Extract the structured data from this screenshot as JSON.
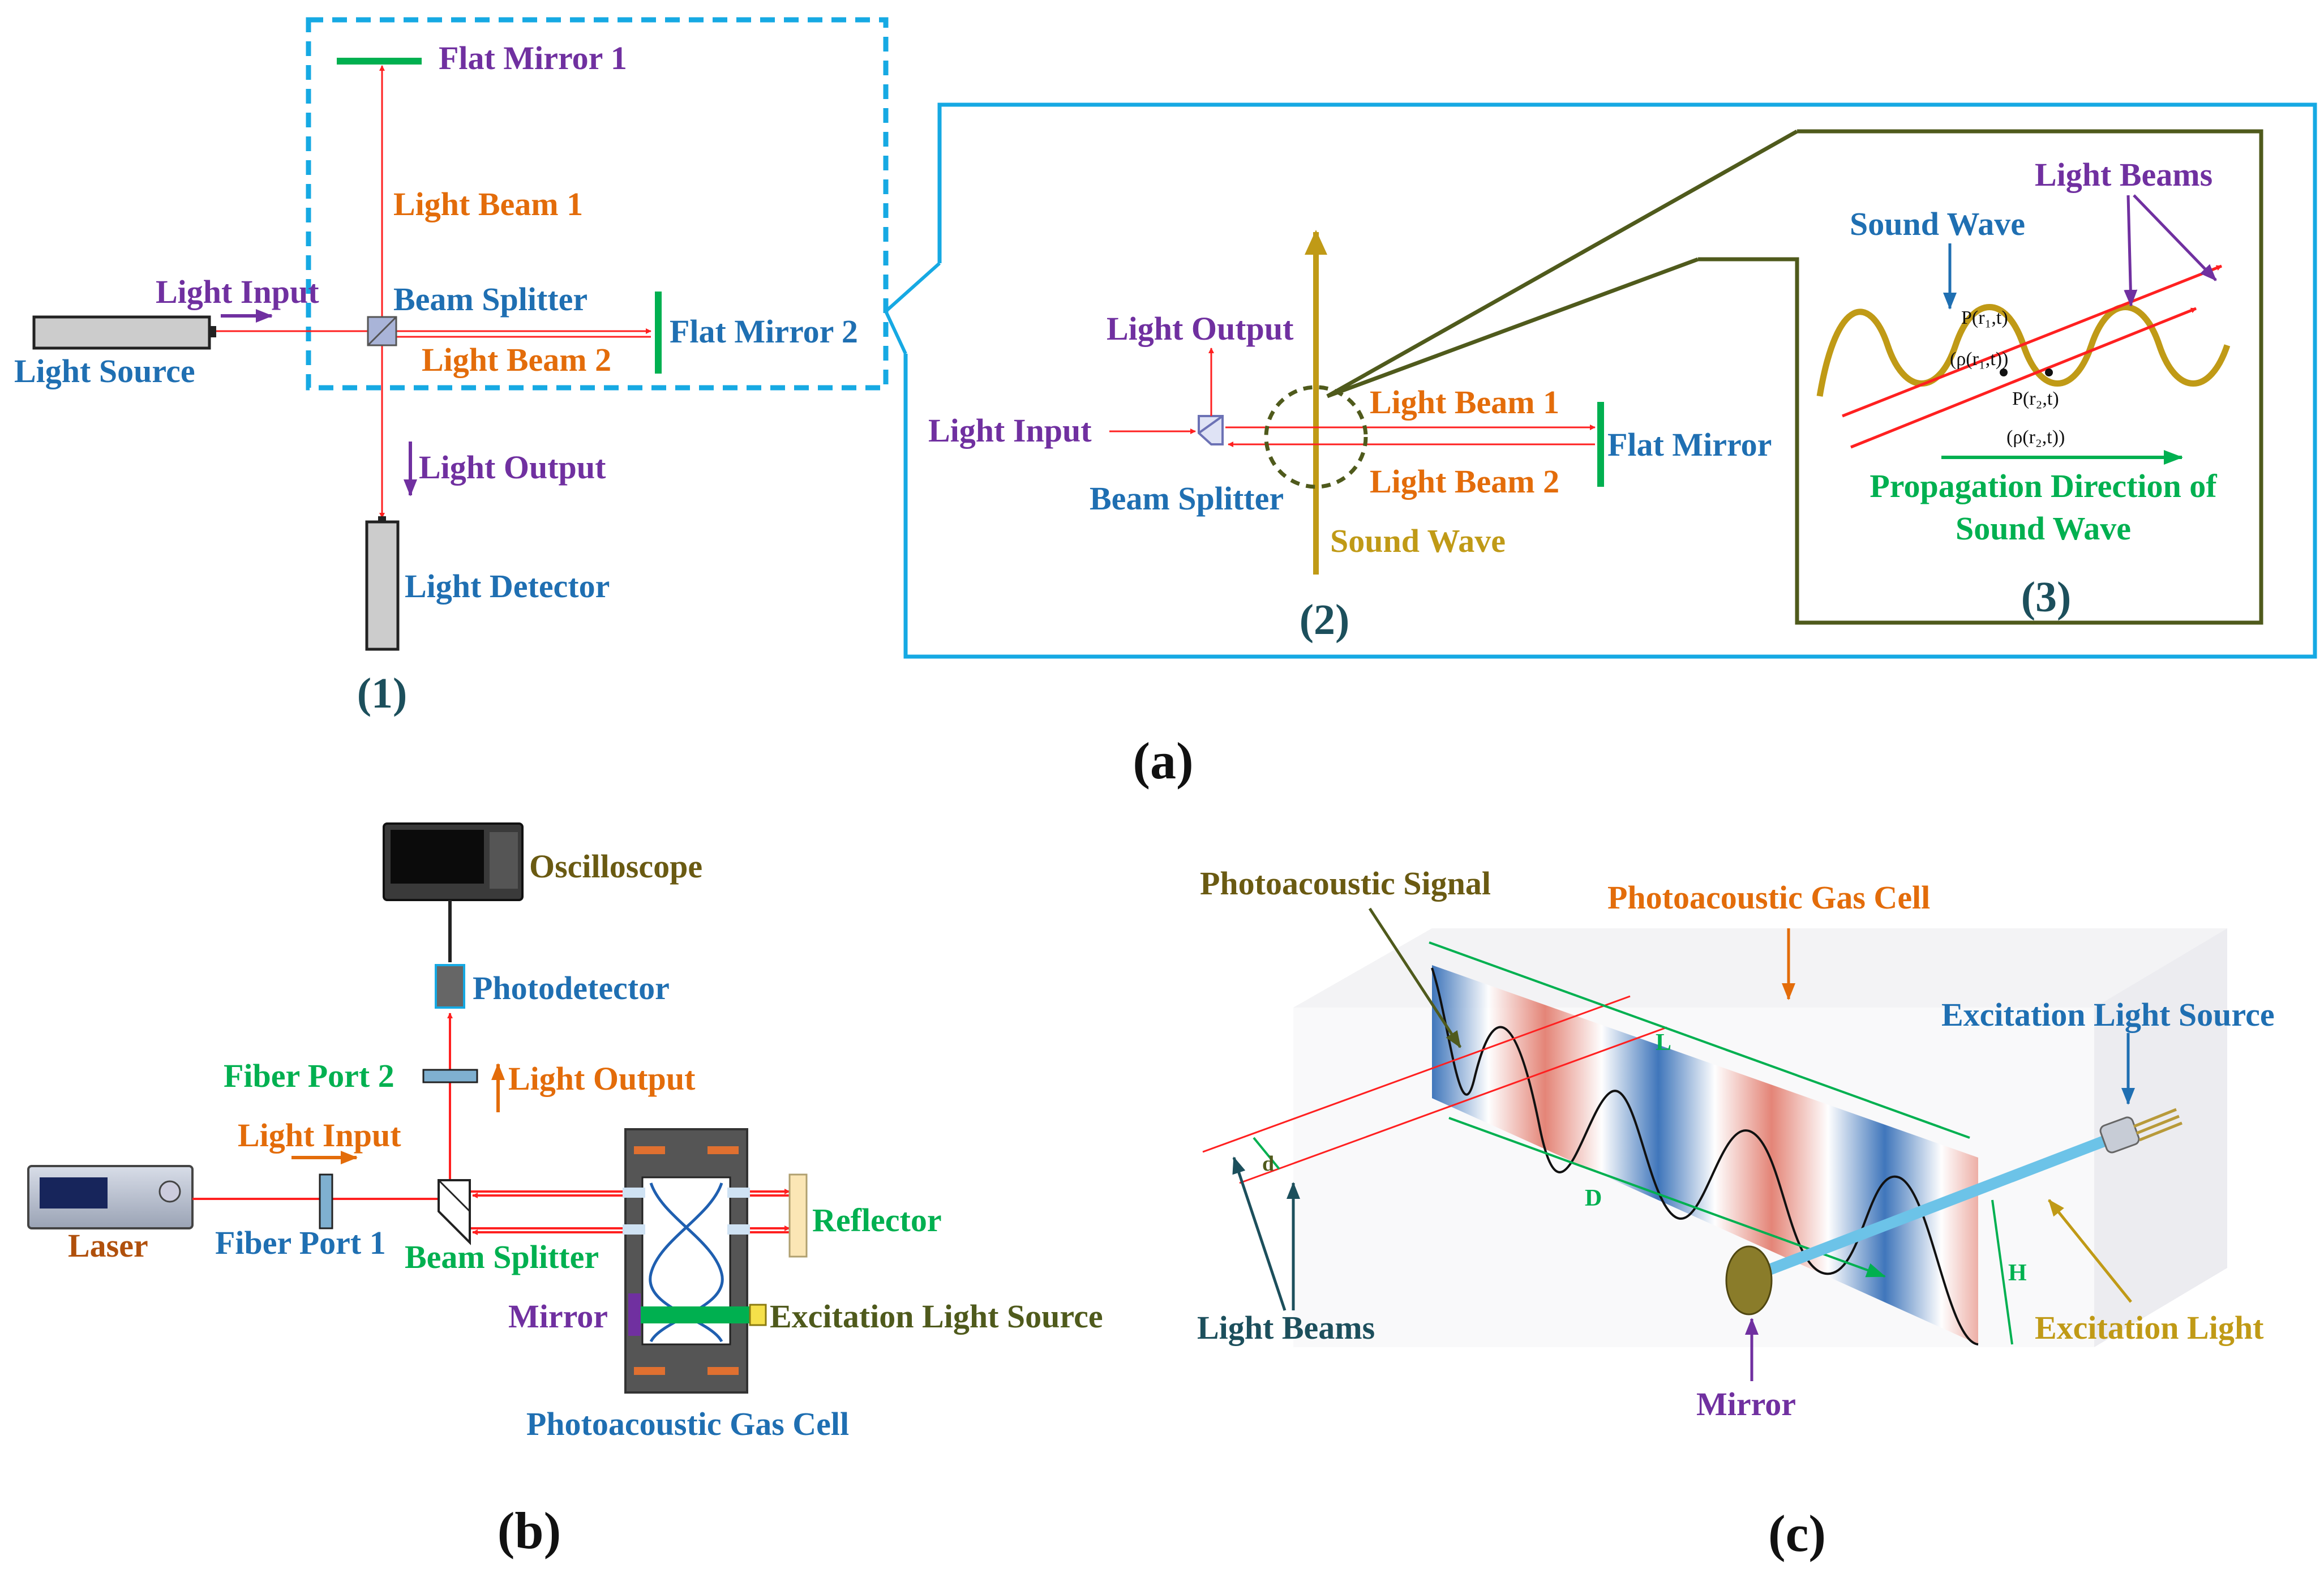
{
  "colors": {
    "purple": "#7030a0",
    "orange": "#e36c0a",
    "blue": "#1f6fb2",
    "green": "#00b050",
    "olive": "#4f5a1c",
    "gold": "#c09a16",
    "red": "#ff2020",
    "cyan": "#16a9e3",
    "brown": "#b0500c",
    "teal": "#1c4f5c"
  },
  "panel_a": {
    "label": "(a)",
    "sub1": {
      "label": "(1)",
      "flat_mirror_1": "Flat Mirror 1",
      "light_beam_1": "Light Beam 1",
      "light_input": "Light Input",
      "beam_splitter": "Beam Splitter",
      "flat_mirror_2": "Flat Mirror 2",
      "light_source": "Light Source",
      "light_beam_2": "Light Beam 2",
      "light_output": "Light Output",
      "light_detector": "Light Detector"
    },
    "sub2": {
      "label": "(2)",
      "light_output": "Light Output",
      "light_input": "Light Input",
      "beam_splitter": "Beam Splitter",
      "light_beam_1": "Light Beam 1",
      "light_beam_2": "Light Beam 2",
      "flat_mirror": "Flat Mirror",
      "sound_wave": "Sound Wave"
    },
    "sub3": {
      "label": "(3)",
      "sound_wave": "Sound Wave",
      "light_beams": "Light Beams",
      "p_r1": "P(r₁,t)",
      "rho_r1": "(ρ(r₁,t))",
      "p_r2": "P(r₂,t)",
      "rho_r2": "(ρ(r₂,t))",
      "propagation_line1": "Propagation Direction of",
      "propagation_line2": "Sound Wave"
    }
  },
  "panel_b": {
    "label": "(b)",
    "oscilloscope": "Oscilloscope",
    "photodetector": "Photodetector",
    "fiber_port_2": "Fiber Port 2",
    "light_output": "Light Output",
    "light_input": "Light Input",
    "laser": "Laser",
    "fiber_port_1": "Fiber Port 1",
    "beam_splitter": "Beam Splitter",
    "reflector": "Reflector",
    "mirror": "Mirror",
    "excitation_light_source": "Excitation Light Source",
    "gas_cell": "Photoacoustic Gas Cell"
  },
  "panel_c": {
    "label": "(c)",
    "photoacoustic_signal": "Photoacoustic Signal",
    "gas_cell": "Photoacoustic Gas Cell",
    "excitation_light_source": "Excitation Light Source",
    "L": "L",
    "D": "D",
    "d": "d",
    "H": "H",
    "light_beams": "Light Beams",
    "mirror": "Mirror",
    "excitation_light": "Excitation Light"
  }
}
